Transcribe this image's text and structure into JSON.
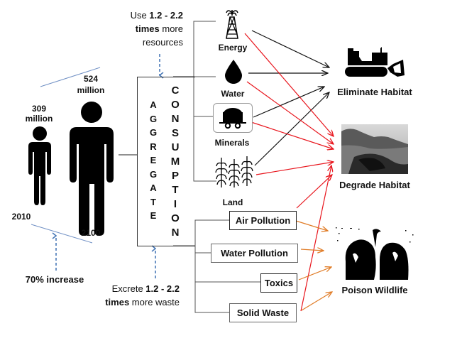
{
  "population": {
    "year_2010": "2010",
    "year_2100": "2100",
    "pop_2010": "309",
    "pop_2100": "524",
    "unit": "million",
    "increase_label": "70% increase"
  },
  "consumption": {
    "left_word": [
      "A",
      "G",
      "G",
      "R",
      "E",
      "G",
      "A",
      "T",
      "E"
    ],
    "right_word": [
      "C",
      "O",
      "N",
      "S",
      "U",
      "M",
      "P",
      "T",
      "I",
      "O",
      "N"
    ]
  },
  "resources_note": {
    "prefix": "Use ",
    "range": "1.2 - 2.2",
    "times": "times",
    "suffix1": " more",
    "suffix2": "resources"
  },
  "waste_note": {
    "prefix": "Excrete ",
    "range": "1.2 - 2.2",
    "times": "times",
    "suffix": " more waste"
  },
  "resources": [
    {
      "label": "Energy",
      "icon": "oil-derrick-icon"
    },
    {
      "label": "Water",
      "icon": "water-drop-icon"
    },
    {
      "label": "Minerals",
      "icon": "mine-cart-icon"
    },
    {
      "label": "Land",
      "icon": "corn-crop-icon"
    }
  ],
  "wastes": [
    {
      "label": "Air Pollution"
    },
    {
      "label": "Water Pollution"
    },
    {
      "label": "Toxics"
    },
    {
      "label": "Solid Waste"
    }
  ],
  "impacts": [
    {
      "label": "Eliminate Habitat",
      "icon": "bulldozer-icon"
    },
    {
      "label": "Degrade Habitat",
      "icon": "eroded-landscape-photo"
    },
    {
      "label": "Poison Wildlife",
      "icon": "oiled-birds-silhouette"
    }
  ],
  "colors": {
    "eliminate_arrow": "#111111",
    "degrade_arrow": "#e8141c",
    "poison_arrow": "#e07b25",
    "dashed_arrow": "#4a7ab8",
    "trend_line": "#6f8fc4",
    "connector": "#555555"
  }
}
